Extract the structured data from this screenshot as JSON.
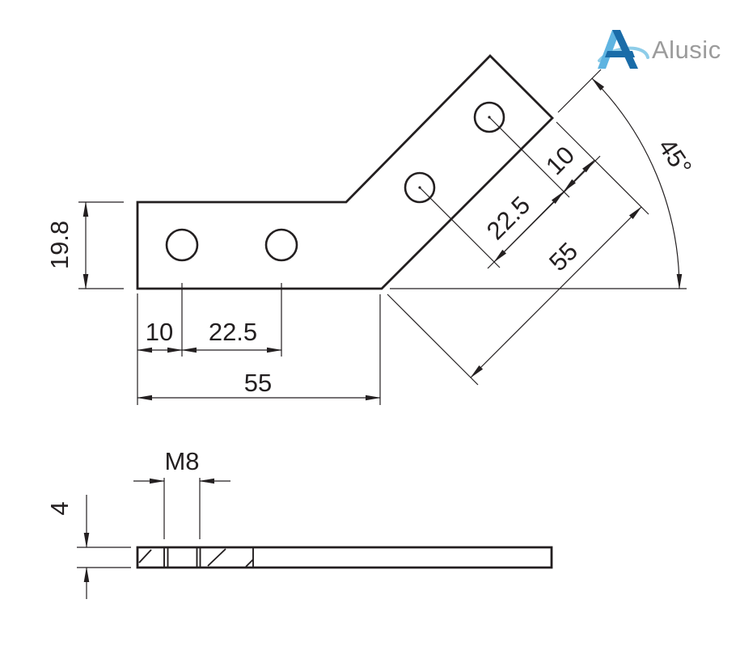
{
  "logo": {
    "brand": "Alusic",
    "colors": {
      "mark_light": "#5fb4e1",
      "mark_dark": "#1a6ca8",
      "swoosh": "#8ecde9",
      "text": "#9b9b9b"
    }
  },
  "drawing": {
    "line_color": "#231f20",
    "top_view": {
      "plate_height": "19.8",
      "hole_edge_offset": "10",
      "hole_spacing": "22.5",
      "arm_length": "55",
      "angle": "45°",
      "angled_hole_spacing": "22.5",
      "angled_hole_edge_offset": "10",
      "angled_arm_length": "55"
    },
    "side_view": {
      "thread_size": "M8",
      "thickness": "4"
    }
  }
}
